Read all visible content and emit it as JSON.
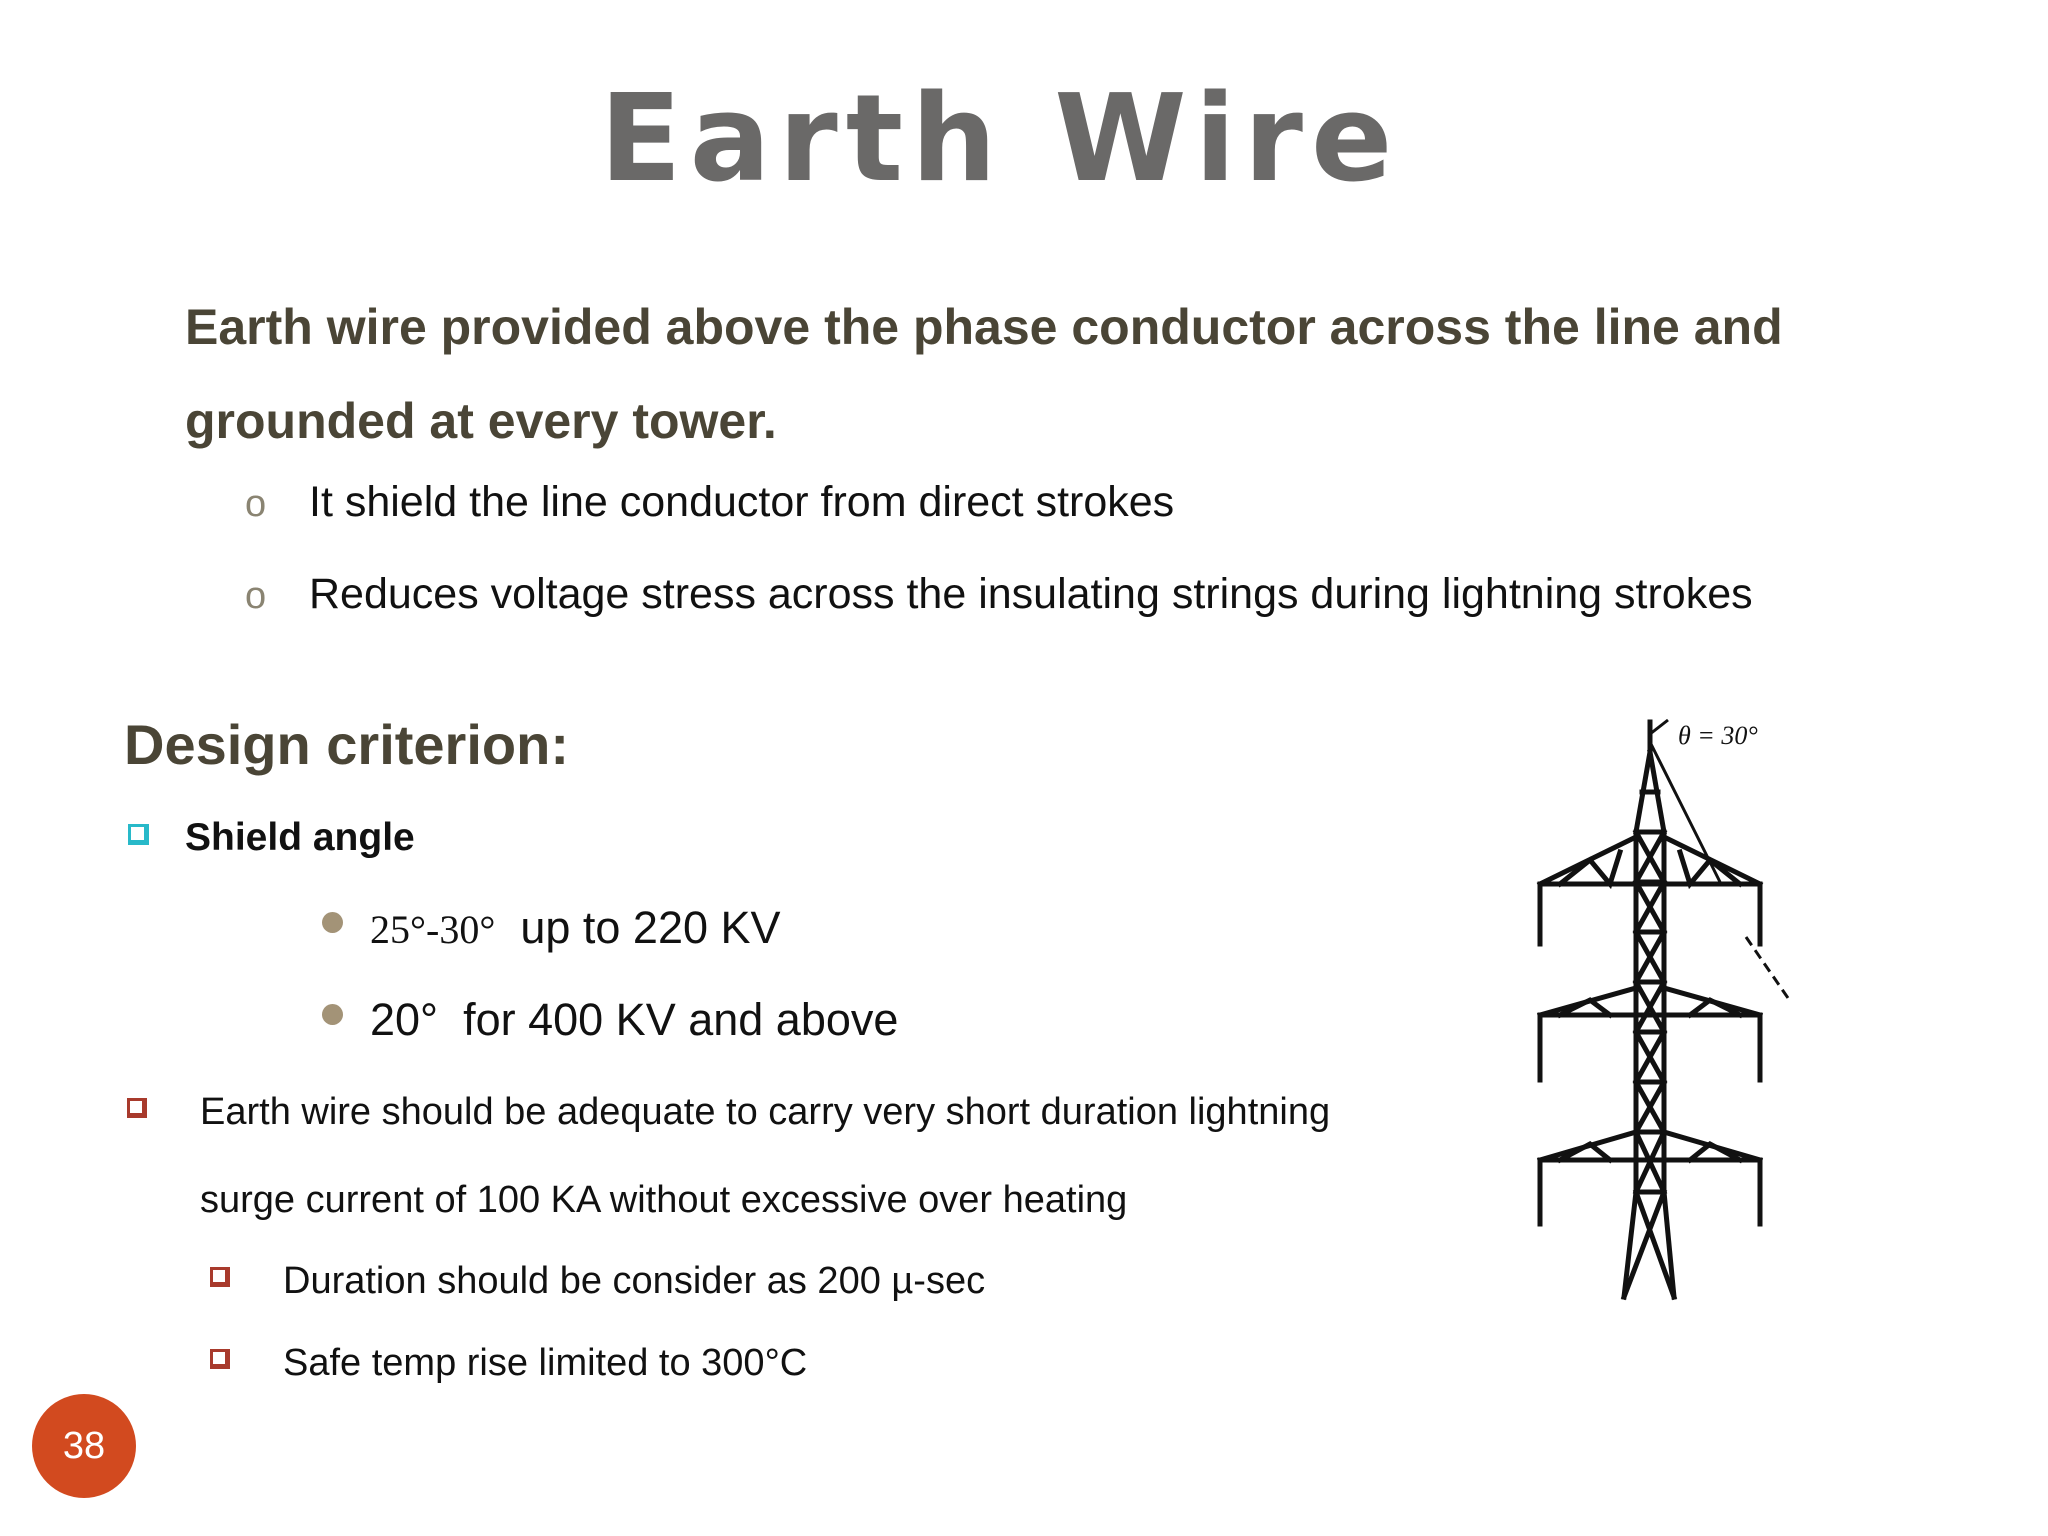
{
  "slide": {
    "title": "Earth Wire",
    "intro": "Earth wire  provided  above the phase conductor across the line and grounded at every  tower.",
    "bullets": [
      "It shield the line conductor from direct strokes",
      "Reduces voltage stress  across the insulating strings during lightning  strokes"
    ],
    "bullet_marker": "o",
    "design": {
      "heading": "Design criterion:",
      "shield_angle": {
        "label": "Shield angle",
        "items": [
          {
            "value": "25°-30°",
            "text": "up to 220 KV"
          },
          {
            "value": "20°",
            "text": "for 400 KV and above"
          }
        ]
      },
      "earth_wire": {
        "line1": "Earth wire should be adequate to carry very short duration lightning",
        "line2": "surge current of 100 KA without excessive over heating",
        "sub_items": [
          "Duration should be  consider as 200 µ-sec",
          "Safe temp rise limited to 300°C"
        ]
      }
    },
    "figure": {
      "angle_label": "θ = 30°"
    },
    "page_number": "38"
  },
  "colors": {
    "title": "#6a6968",
    "heading": "#4a4536",
    "accent_cyan": "#28b9c9",
    "accent_red": "#a83a2c",
    "dot": "#a39377",
    "page_badge": "#d24a1f"
  }
}
